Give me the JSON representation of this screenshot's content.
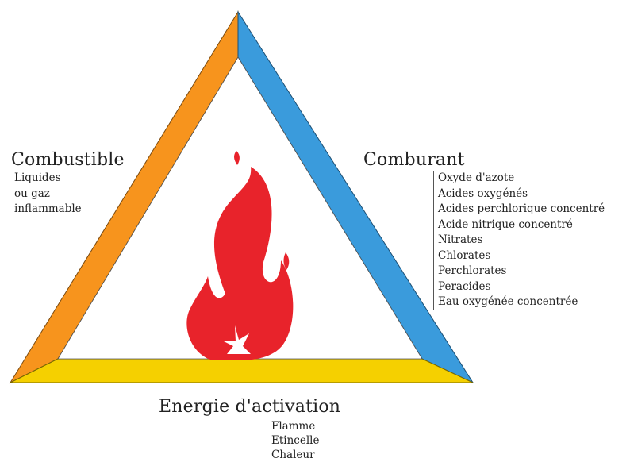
{
  "sides": {
    "left": {
      "title": "Combustible",
      "items": [
        "Liquides",
        "ou gaz",
        "inflammable"
      ],
      "color": "#F7941D"
    },
    "right": {
      "title": "Comburant",
      "items": [
        "Oxyde d'azote",
        "Acides oxygénés",
        "Acides perchlorique concentré",
        "Acide nitrique concentré",
        "Nitrates",
        "Chlorates",
        "Perchlorates",
        "Peracides",
        "Eau oxygénée concentrée"
      ],
      "color": "#3A9BDC"
    },
    "bottom": {
      "title": "Energie d'activation",
      "items": [
        "Flamme",
        "Etincelle",
        "Chaleur"
      ],
      "color": "#F5D000"
    }
  },
  "flame_color": "#E8232B"
}
